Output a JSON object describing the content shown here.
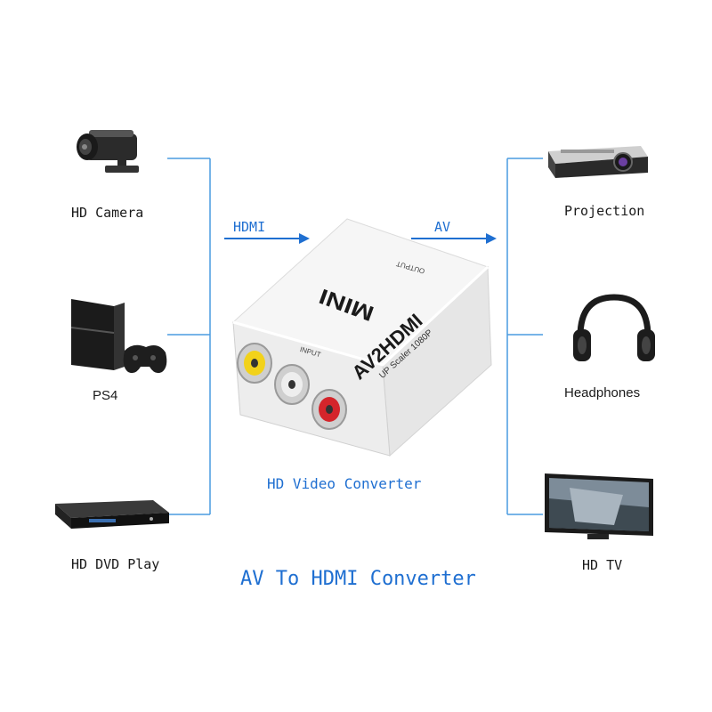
{
  "left_devices": [
    {
      "label": "HD Camera",
      "icon": "camera-icon"
    },
    {
      "label": "PS4",
      "icon": "console-icon"
    },
    {
      "label": "HD DVD Play",
      "icon": "dvd-player-icon"
    }
  ],
  "right_devices": [
    {
      "label": "Projection",
      "icon": "projector-icon"
    },
    {
      "label": "Headphones",
      "icon": "headphones-icon"
    },
    {
      "label": "HD TV",
      "icon": "tv-icon"
    }
  ],
  "arrows": {
    "left": "HDMI",
    "right": "AV"
  },
  "product": {
    "brand": "MINI",
    "model": "AV2HDMI",
    "subtitle": "UP Scaler 1080P",
    "input_label": "INPUT",
    "output_label": "OUTPUT",
    "rca_colors": [
      "#f2d21a",
      "#eeeeee",
      "#d4252b"
    ]
  },
  "caption": "HD Video Converter",
  "title": "AV To HDMI Converter",
  "colors": {
    "accent": "#1f6fd1",
    "line": "#4a9be0"
  }
}
